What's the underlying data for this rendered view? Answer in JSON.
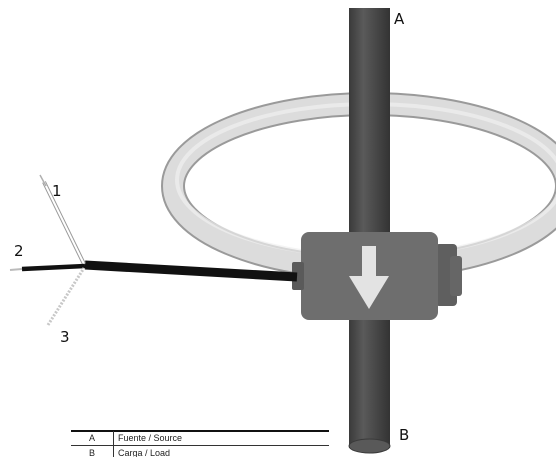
{
  "labels": {
    "conductor_top": "A",
    "conductor_bottom": "B",
    "wire_1": "1",
    "wire_2": "2",
    "wire_3": "3"
  },
  "legend": [
    {
      "key": "A",
      "text": "Fuente / Source"
    },
    {
      "key": "B",
      "text": "Carga / Load"
    }
  ],
  "colors": {
    "conductor": "#4a4a4a",
    "coil": "#d9d9d9",
    "clamp_body": "#6e6e6e",
    "arrow": "#e2e2e2",
    "cable": "#111111"
  }
}
